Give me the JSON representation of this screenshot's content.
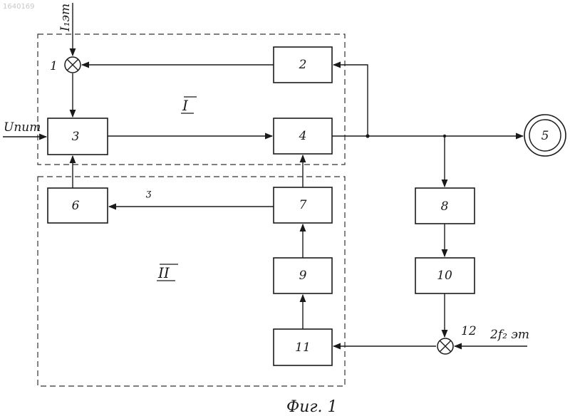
{
  "document_id": "1640169",
  "blocks": [
    "1",
    "2",
    "3",
    "4",
    "5",
    "6",
    "7",
    "8",
    "9",
    "10",
    "11",
    "12"
  ],
  "groups": {
    "group_1": "I",
    "group_2": "II"
  },
  "signals": {
    "reference_current": "I₁эт",
    "supply_voltage": "Uпит",
    "reference_frequency": "2f₂ эт",
    "mark": "ʒ"
  },
  "caption": "Фиг. 1"
}
